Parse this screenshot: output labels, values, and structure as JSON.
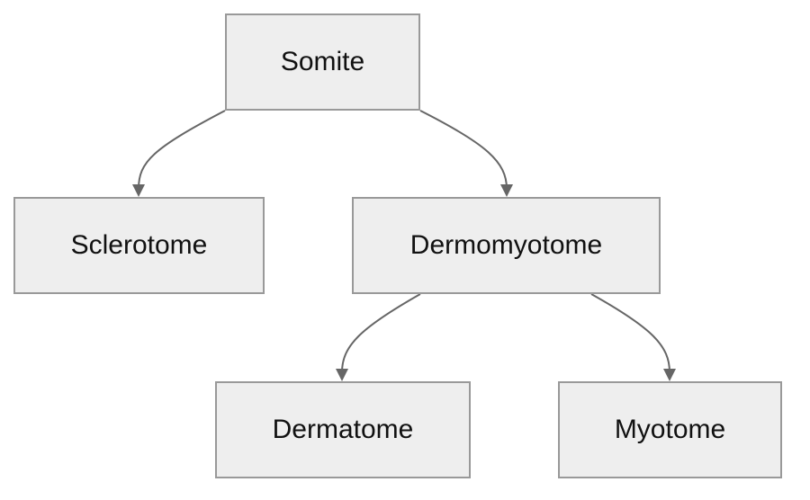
{
  "nodes": {
    "somite": "Somite",
    "sclerotome": "Sclerotome",
    "dermomyotome": "Dermomyotome",
    "dermatome": "Dermatome",
    "myotome": "Myotome"
  },
  "edges": [
    {
      "from": "Somite",
      "to": "Sclerotome"
    },
    {
      "from": "Somite",
      "to": "Dermomyotome"
    },
    {
      "from": "Dermomyotome",
      "to": "Dermatome"
    },
    {
      "from": "Dermomyotome",
      "to": "Myotome"
    }
  ],
  "colors": {
    "node_fill": "#eeeeee",
    "node_border": "#999999",
    "edge": "#666666",
    "text": "#111111"
  }
}
